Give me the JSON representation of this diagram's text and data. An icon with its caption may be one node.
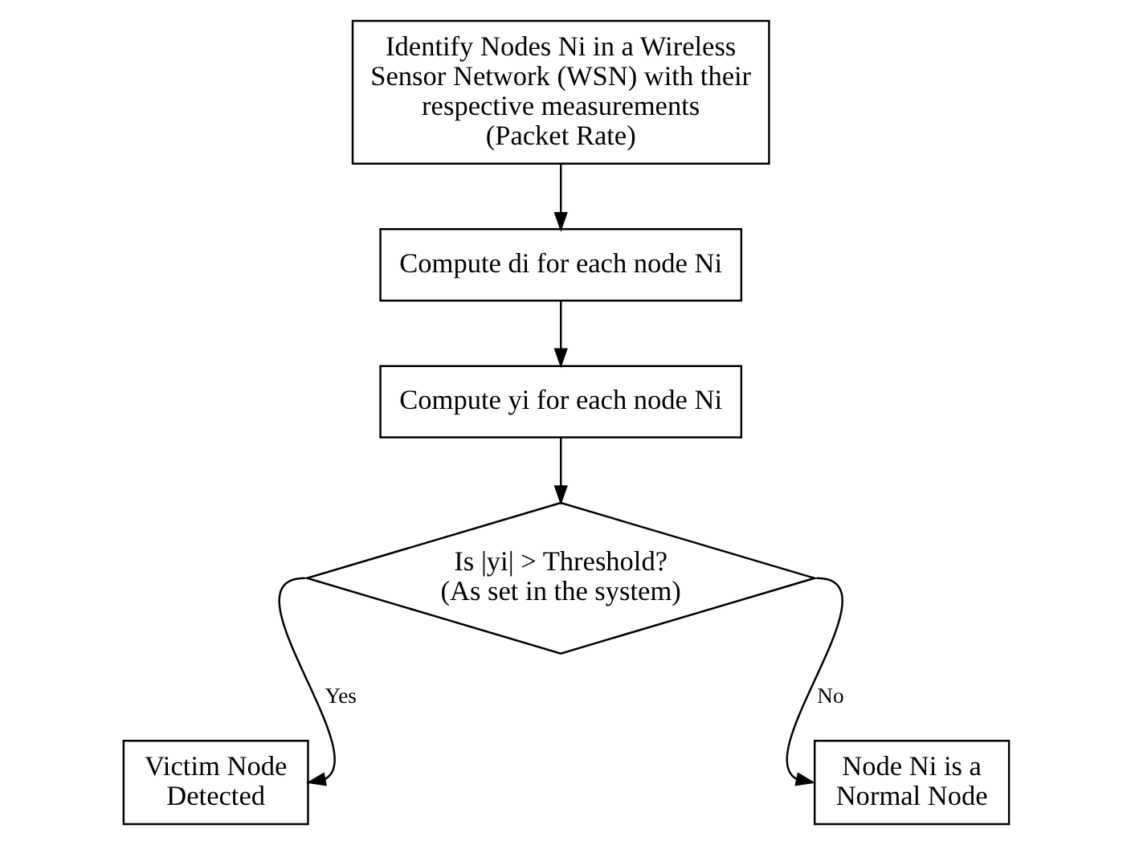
{
  "diagram": {
    "nodes": [
      {
        "text": [
          "Identify Nodes Ni in a Wireless Sensor Network (WSN) with their respective measurements",
          "(Packet Rate)"
        ]
      },
      {
        "text": [
          "Compute di for each node Ni"
        ]
      },
      {
        "text": [
          "Compute yi for each node Ni"
        ]
      },
      {
        "text": [
          "Is |yi| > Threshold?",
          "(As set in the system)"
        ]
      },
      {
        "text": [
          "Victim Node Detected"
        ]
      },
      {
        "text": [
          "Node Ni is a Normal Node"
        ]
      }
    ],
    "edges": [
      {
        "from": 0,
        "to": 1,
        "arrow": "to"
      },
      {
        "from": 1,
        "to": 2,
        "arrow": "to"
      },
      {
        "from": 2,
        "to": 3,
        "arrow": "to"
      },
      {
        "from": 3,
        "to": 4,
        "arrow": "to",
        "label": "Yes"
      },
      {
        "from": 3,
        "to": 5,
        "arrow": "to",
        "label": "No"
      }
    ]
  }
}
